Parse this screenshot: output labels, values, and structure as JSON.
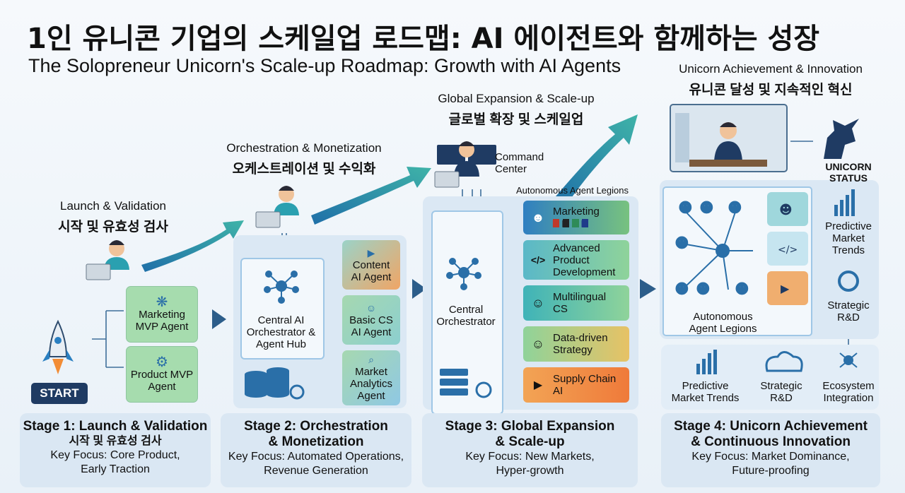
{
  "title_ko": "1인 유니콘 기업의 스케일업 로드맵: AI 에이전트와 함께하는 성장",
  "title_en": "The Solopreneur Unicorn's Scale-up Roadmap: Growth with AI Agents",
  "stage1": {
    "label_en": "Launch & Validation",
    "label_ko": "시작 및 유효성 검사",
    "start": "START",
    "agents": [
      "Marketing MVP Agent",
      "Product MVP Agent"
    ],
    "box_title": "Stage 1: Launch & Validation",
    "box_ko": "시작 및 유효성 검사",
    "box_focus": [
      "Key Focus: Core Product,",
      "Early Traction"
    ]
  },
  "stage2": {
    "label_en": "Orchestration & Monetization",
    "label_ko": "오케스트레이션 및 수익화",
    "hub": [
      "Central AI",
      "Orchestrator &",
      "Agent Hub"
    ],
    "agents": [
      [
        "Content",
        "AI Agent"
      ],
      [
        "Basic CS",
        "AI Agent"
      ],
      [
        "Market",
        "Analytics",
        "Agent"
      ]
    ],
    "box_title": [
      "Stage 2: Orchestration",
      "& Monetization"
    ],
    "box_focus": [
      "Key Focus: Automated Operations,",
      "Revenue Generation"
    ]
  },
  "stage3": {
    "label_en": "Global Expansion & Scale-up",
    "label_ko": "글로벌 확장 및 스케일업",
    "command": [
      "Command",
      "Center"
    ],
    "legions": "Autonomous Agent Legions",
    "central": [
      "Central",
      "Orchestrator"
    ],
    "agents": [
      [
        "Marketing"
      ],
      [
        "Advanced",
        "Product",
        "Development"
      ],
      [
        "Multilingual",
        "CS"
      ],
      [
        "Data-driven",
        "Strategy"
      ],
      [
        "Supply Chain",
        "AI"
      ]
    ],
    "box_title": [
      "Stage 3: Global Expansion",
      "& Scale-up"
    ],
    "box_focus": [
      "Key Focus: New Markets,",
      "Hyper-growth"
    ]
  },
  "stage4": {
    "label_en": "Unicorn Achievement & Innovation",
    "label_ko": "유니콘 달성 및 지속적인 혁신",
    "status": [
      "UNICORN",
      "STATUS"
    ],
    "side": [
      [
        "Predictive",
        "Market",
        "Trends"
      ],
      [
        "Strategic",
        "R&D"
      ]
    ],
    "legions": [
      "Autonomous",
      "Agent Legions"
    ],
    "bottom": [
      [
        "Predictive",
        "Market Trends"
      ],
      [
        "Strategic",
        "R&D"
      ],
      [
        "Ecosystem",
        "Integration"
      ]
    ],
    "box_title": [
      "Stage 4: Unicorn Achievement",
      "& Continuous Innovation"
    ],
    "box_focus": [
      "Key Focus: Market Dominance,",
      "Future-proofing"
    ]
  },
  "colors": {
    "accent_blue": "#2f7fc1",
    "arrow_teal": "#2a8fb0",
    "card_green": "#9fd9a5",
    "card_orange": "#f08a3c",
    "dark_navy": "#1f3b63"
  }
}
